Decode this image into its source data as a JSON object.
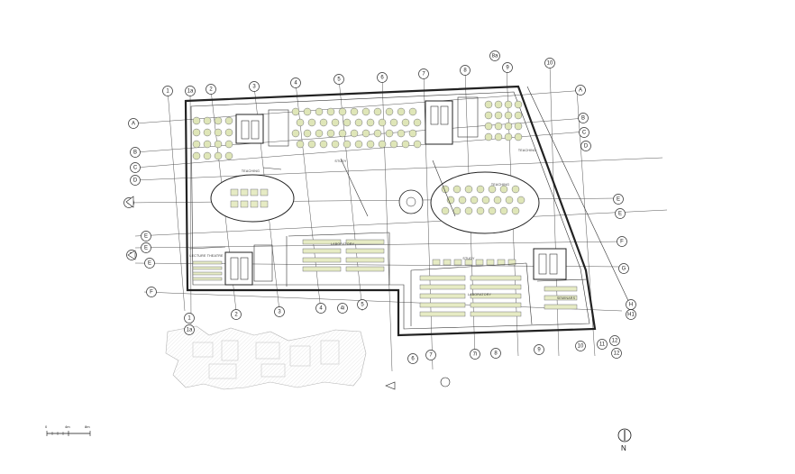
{
  "drawing": {
    "room_labels": {
      "teaching_nw": "TEACHING",
      "teaching_ne": "TEACHING",
      "study_n": "STUDY",
      "teaching_ellipse_e": "TEACHING",
      "lecture_theatre": "LECTURE THEATRE",
      "laboratory_w": "LABORATORY",
      "study_e": "STUDY",
      "laboratory_e": "LABORATORY",
      "seminars": "SEMINARS"
    },
    "top_grid": [
      "1",
      "1a",
      "2",
      "3",
      "4",
      "5",
      "6",
      "7",
      "8",
      "8a",
      "9",
      "10"
    ],
    "bottom_grid": [
      "1",
      "1a",
      "2",
      "3",
      "4",
      "4i",
      "5",
      "6",
      "7",
      "7i",
      "8",
      "9",
      "10",
      "11",
      "12"
    ],
    "left_grid": [
      "A",
      "B",
      "C",
      "C",
      "D",
      "E",
      "E",
      "D",
      "E",
      "F"
    ],
    "right_grid": [
      "A",
      "B",
      "C",
      "D",
      "E",
      "E",
      "F",
      "G",
      "H",
      "H1",
      "12"
    ],
    "scale_bar": {
      "labels": [
        "0",
        "4m",
        "8m"
      ]
    },
    "north_arrow": {
      "label": "N"
    }
  }
}
